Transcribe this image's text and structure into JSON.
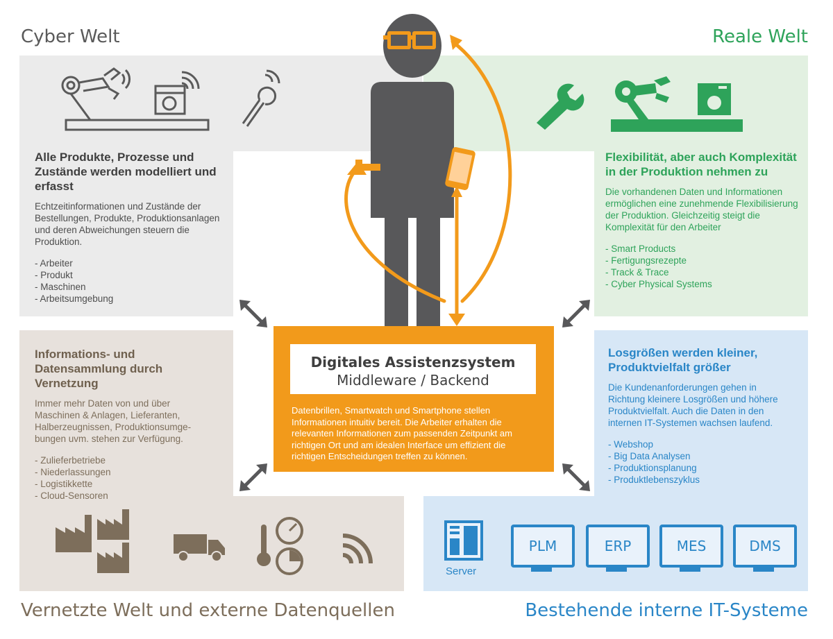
{
  "titles": {
    "cyber": "Cyber Welt",
    "real": "Reale Welt",
    "vernetzt": "Vernetzte Welt und externe Datenquellen",
    "it": "Bestehende interne IT-Systeme"
  },
  "cyber": {
    "heading": "Alle Produkte, Prozesse und Zustände werden modelliert und erfasst",
    "text": "Echtzeitinformationen und Zustände der Bestellungen, Produkte, Produktionsanlagen und deren Abweichungen steuern die Produktion.",
    "items": [
      "- Arbeiter",
      "- Produkt",
      "- Maschinen",
      "- Arbeitsumgebung"
    ]
  },
  "real": {
    "heading": "Flexibilität, aber auch Komplexität in der Produktion nehmen zu",
    "text": "Die vorhandenen Daten und Informationen ermöglichen eine zunehmende Flexibilisierung der Produktion. Gleichzeitig steigt die Komplexität für den Arbeiter",
    "items": [
      "- Smart Products",
      "- Fertigungsrezepte",
      "- Track & Trace",
      "- Cyber Physical Systems"
    ]
  },
  "vernetzt": {
    "heading": "Informations- und Datensammlung durch Vernetzung",
    "text": "Immer mehr Daten von und über Maschinen & Anlagen, Lieferanten, Halberzeugnissen, Produktionsumge-bungen uvm. stehen zur Verfügung.",
    "items": [
      "- Zulieferbetriebe",
      "- Niederlassungen",
      "- Logistikkette",
      "- Cloud-Sensoren"
    ]
  },
  "it": {
    "heading": "Losgrößen werden kleiner, Produktvielfalt größer",
    "text": "Die Kundenanforderungen gehen in Richtung kleinere Losgrößen und höhere Produktvielfalt. Auch die Daten in den internen IT-Systemen wachsen laufend.",
    "items": [
      "- Webshop",
      "- Big Data Analysen",
      "- Produktionsplanung",
      "- Produktlebenszyklus"
    ],
    "server_label": "Server",
    "systems": [
      "PLM",
      "ERP",
      "MES",
      "DMS"
    ]
  },
  "assistant": {
    "title": "Digitales Assistenzsystem",
    "subtitle": "Middleware / Backend",
    "text": "Datenbrillen, Smartwatch und Smartphone stellen Informationen intuitiv bereit. Die Arbeiter erhalten die relevanten Informationen zum passenden Zeitpunkt am richtigen Ort und am idealen Interface um effizient die richtigen Entscheidungen treffen zu können."
  },
  "colors": {
    "cyber": "#5a5a5a",
    "real": "#2ea35a",
    "vernetzt": "#7d6e5b",
    "it": "#2a86c7",
    "orange": "#f29a1b",
    "figure": "#58585a"
  },
  "icons": [
    "robot-arm-icon",
    "washing-machine-icon",
    "wifi-icon",
    "wrench-icon",
    "factory-icon",
    "truck-icon",
    "thermometer-icon",
    "gauge-icon",
    "server-icon",
    "monitor-icon",
    "smart-glasses-icon",
    "smartwatch-icon",
    "smartphone-icon",
    "double-arrow-icon"
  ]
}
